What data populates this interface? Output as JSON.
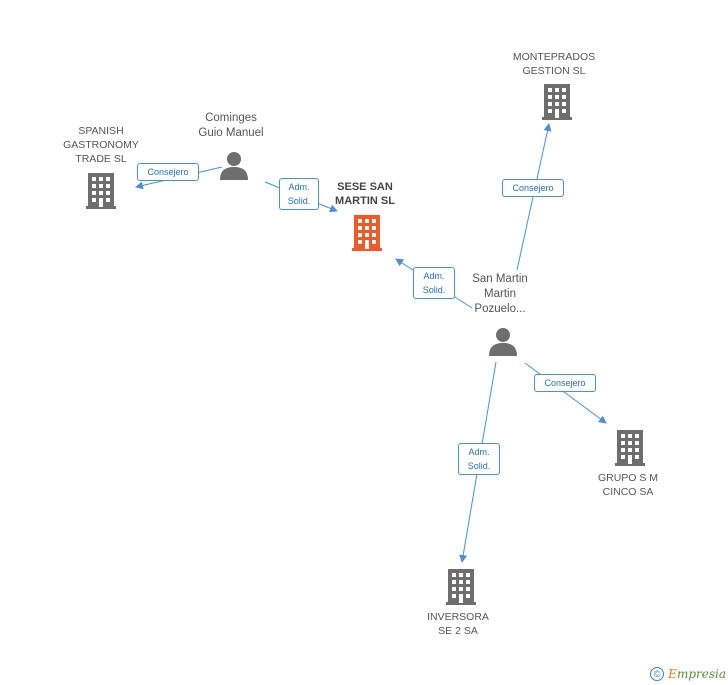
{
  "nodes": {
    "sese": {
      "label": "SESE SAN\nMARTIN SL",
      "type": "company",
      "highlight": true
    },
    "spanish": {
      "label": "SPANISH\nGASTRONOMY\nTRADE SL",
      "type": "company"
    },
    "comimges": {
      "label": "Cominges\nGuio Manuel",
      "type": "person"
    },
    "monteprados": {
      "label": "MONTEPRADOS\nGESTION SL",
      "type": "company"
    },
    "sanmartin": {
      "label": "San Martin\nMartin\nPozuelo...",
      "type": "person"
    },
    "grupo": {
      "label": "GRUPO S M\nCINCO SA",
      "type": "company"
    },
    "inversora": {
      "label": "INVERSORA\nSE 2 SA",
      "type": "company"
    }
  },
  "edges": {
    "e1": {
      "label": "Consejero"
    },
    "e2": {
      "label": "Adm.\nSolid."
    },
    "e3": {
      "label": "Consejero"
    },
    "e4": {
      "label": "Adm.\nSolid."
    },
    "e5": {
      "label": "Consejero"
    },
    "e6": {
      "label": "Adm.\nSolid."
    }
  },
  "colors": {
    "edge": "#4a90d9",
    "company": "#6e6e6e",
    "highlight": "#f05a28",
    "person": "#6e6e6e"
  },
  "icons": {
    "company": "building-icon",
    "person": "person-icon"
  },
  "footer": {
    "copyright": "©",
    "brand_first": "E",
    "brand_rest": "mpresia"
  }
}
